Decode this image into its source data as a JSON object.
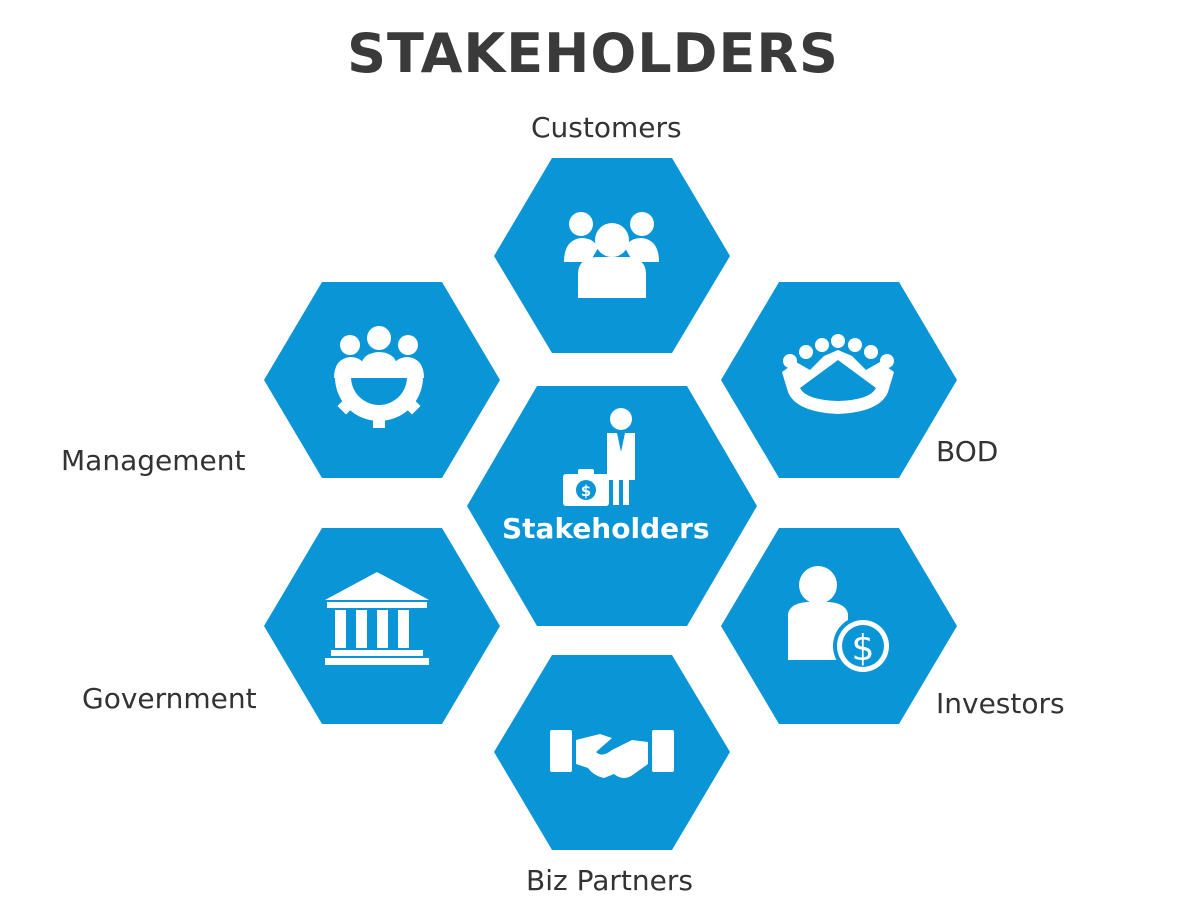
{
  "title": "STAKEHOLDERS",
  "center": {
    "label": "Stakeholders",
    "icon": "stakeholder-icon"
  },
  "nodes": [
    {
      "id": "customers",
      "label": "Customers",
      "icon": "customers-icon"
    },
    {
      "id": "bod",
      "label": "BOD",
      "icon": "boardroom-icon"
    },
    {
      "id": "investors",
      "label": "Investors",
      "icon": "investor-icon"
    },
    {
      "id": "biz-partners",
      "label": "Biz Partners",
      "icon": "handshake-icon"
    },
    {
      "id": "government",
      "label": "Government",
      "icon": "government-building-icon"
    },
    {
      "id": "management",
      "label": "Management",
      "icon": "management-team-icon"
    }
  ],
  "colors": {
    "hexagon": "#0a95d6",
    "icon": "#ffffff",
    "text": "#333333",
    "title": "#3a3a3a"
  }
}
